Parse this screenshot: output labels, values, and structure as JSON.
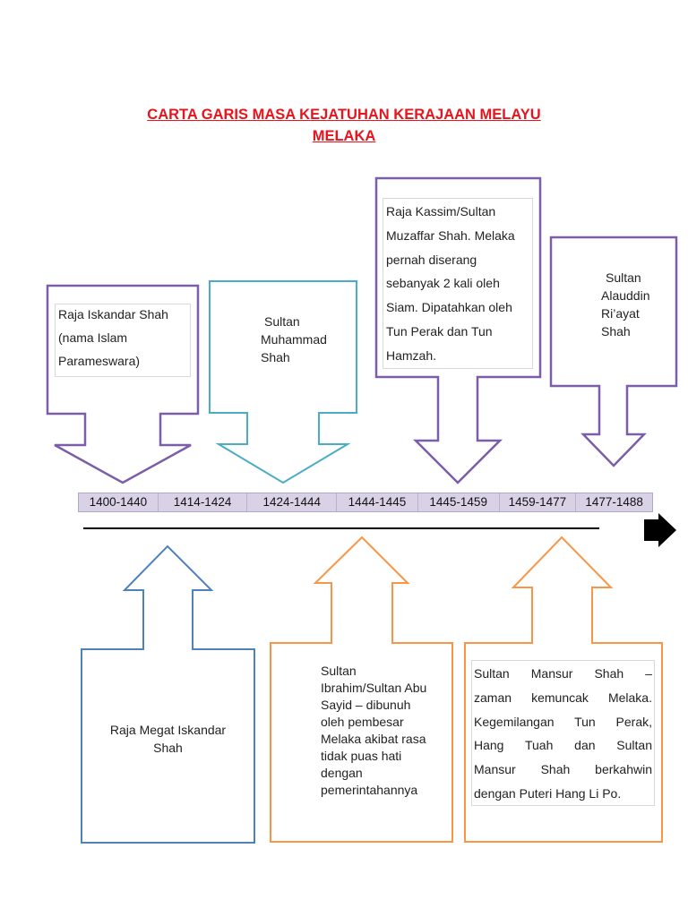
{
  "title": {
    "line1": "CARTA GARIS MASA KEJATUHAN KERAJAAN MELAYU",
    "line2": "MELAKA"
  },
  "timeline": {
    "periods": [
      "1400-1440",
      "1414-1424",
      "1424-1444",
      "1444-1445",
      "1445-1459",
      "1459-1477",
      "1477-1488"
    ]
  },
  "top_boxes": {
    "box1": {
      "line1": "Raja Iskandar Shah",
      "line2": "(nama Islam",
      "line3": "Parameswara)"
    },
    "box2": {
      "line1": "Sultan",
      "line2": "Muhammad",
      "line3": "Shah"
    },
    "box3": {
      "line1": "Raja Kassim/Sultan",
      "line2": "Muzaffar Shah. Melaka",
      "line3": "pernah diserang",
      "line4": "sebanyak 2 kali oleh",
      "line5": "Siam. Dipatahkan oleh",
      "line6": "Tun Perak dan Tun",
      "line7": "Hamzah."
    },
    "box4": {
      "line1": "Sultan",
      "line2": "Alauddin",
      "line3": "Ri’ayat",
      "line4": "Shah"
    }
  },
  "bottom_boxes": {
    "box1": {
      "line1": "Raja Megat Iskandar",
      "line2": "Shah"
    },
    "box2": {
      "line1": "Sultan",
      "line2": "Ibrahim/Sultan Abu",
      "line3": "Sayid – dibunuh",
      "line4": "oleh pembesar",
      "line5": "Melaka akibat rasa",
      "line6": "tidak puas hati",
      "line7": "dengan",
      "line8": "pemerintahannya"
    },
    "box3": {
      "line1": "Sultan Mansur Shah –",
      "line2": "zaman kemuncak Melaka.",
      "line3": "Kegemilangan Tun Perak,",
      "line4": "Hang Tuah dan Sultan",
      "line5": "Mansur Shah berkahwin",
      "line6": "dengan Puteri Hang Li Po."
    }
  },
  "colors": {
    "purple": "#7b5ea7",
    "teal": "#4bacc6",
    "blue": "#4f81bd",
    "orange": "#f79646",
    "title_red": "#e8141c"
  }
}
